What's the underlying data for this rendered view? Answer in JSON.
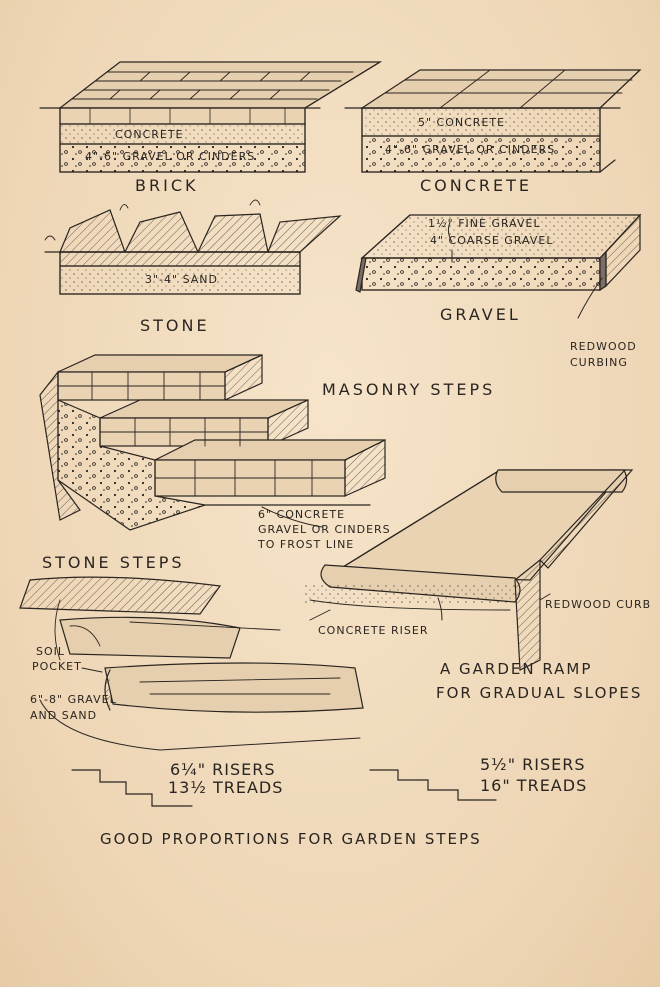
{
  "labels": {
    "brick": "BRICK",
    "concrete_brick_layer": "CONCRETE",
    "gravel_brick_layer": "4\"-6\" GRAVEL OR CINDERS",
    "concrete": "CONCRETE",
    "concrete_5in": "5\" CONCRETE",
    "gravel_concrete_layer": "4\"-6\" GRAVEL OR CINDERS",
    "stone": "STONE",
    "sand": "3\"-4\" SAND",
    "gravel": "GRAVEL",
    "fine_gravel": "1½\" FINE GRAVEL",
    "coarse_gravel": "4\" COARSE GRAVEL",
    "redwood_curbing_1": "REDWOOD",
    "redwood_curbing_2": "CURBING",
    "masonry_steps": "MASONRY STEPS",
    "masonry_note_1": "6\" CONCRETE",
    "masonry_note_2": "GRAVEL OR CINDERS",
    "masonry_note_3": "TO FROST LINE",
    "stone_steps": "STONE STEPS",
    "soil_pocket_1": "SOIL",
    "soil_pocket_2": "POCKET",
    "gravel_sand_1": "6\"-8\" GRAVEL",
    "gravel_sand_2": "AND SAND",
    "concrete_riser": "CONCRETE RISER",
    "redwood_curb": "REDWOOD CURB",
    "ramp_title_1": "A GARDEN RAMP",
    "ramp_title_2": "FOR GRADUAL SLOPES",
    "risers_a": "6¼\" RISERS",
    "treads_a": "13½ TREADS",
    "risers_b": "5½\" RISERS",
    "treads_b": "16\" TREADS",
    "caption": "GOOD PROPORTIONS FOR GARDEN STEPS"
  },
  "colors": {
    "paper": "#f1dcc0",
    "ink": "#2a2520",
    "shade": "#7a6f66"
  }
}
